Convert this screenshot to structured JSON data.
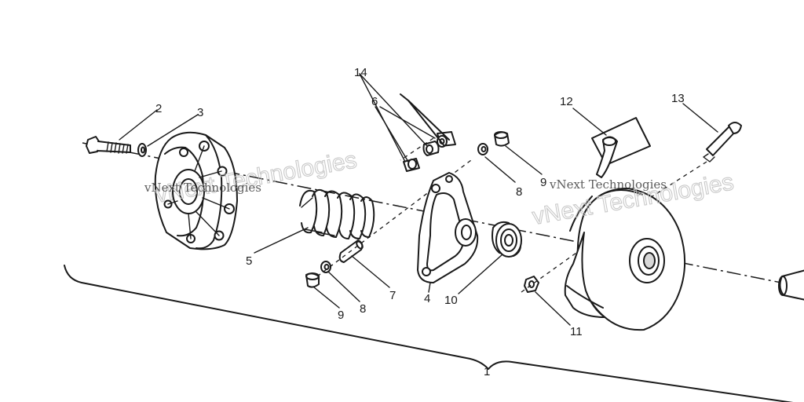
{
  "diagram": {
    "callouts": {
      "c1": "1",
      "c2": "2",
      "c3": "3",
      "c4": "4",
      "c5": "5",
      "c6": "6",
      "c7": "7",
      "c8a": "8",
      "c8b": "8",
      "c9a": "9",
      "c9b": "9",
      "c10": "10",
      "c11": "11",
      "c12": "12",
      "c13": "13",
      "c14": "14"
    },
    "watermarks": [
      {
        "small": "vNext Technologies",
        "big": "vNext Technologies"
      },
      {
        "small": "vNext Technologies",
        "big": "vNext Technologies"
      }
    ]
  }
}
